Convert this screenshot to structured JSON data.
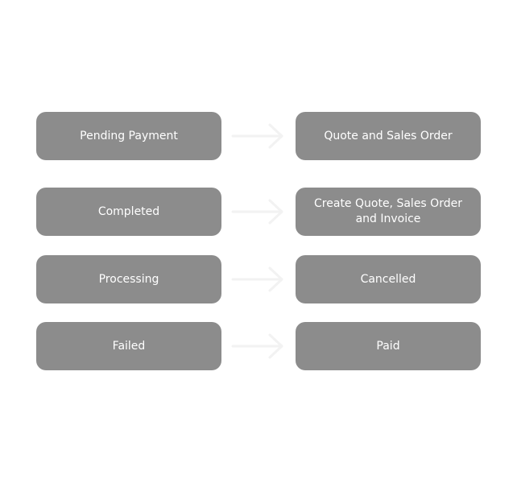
{
  "rows": [
    {
      "left": "Pending Payment",
      "right": "Quote and Sales Order"
    },
    {
      "left": "Completed",
      "right": "Create Quote, Sales Order\nand Invoice"
    },
    {
      "left": "Processing",
      "right": "Cancelled"
    },
    {
      "left": "Failed",
      "right": "Paid"
    }
  ],
  "colors": {
    "box_fill": "#8c8c8c",
    "box_text": "#ffffff",
    "arrow": "#f2f2f2"
  },
  "icons": {
    "connector": "arrow-right-icon"
  }
}
